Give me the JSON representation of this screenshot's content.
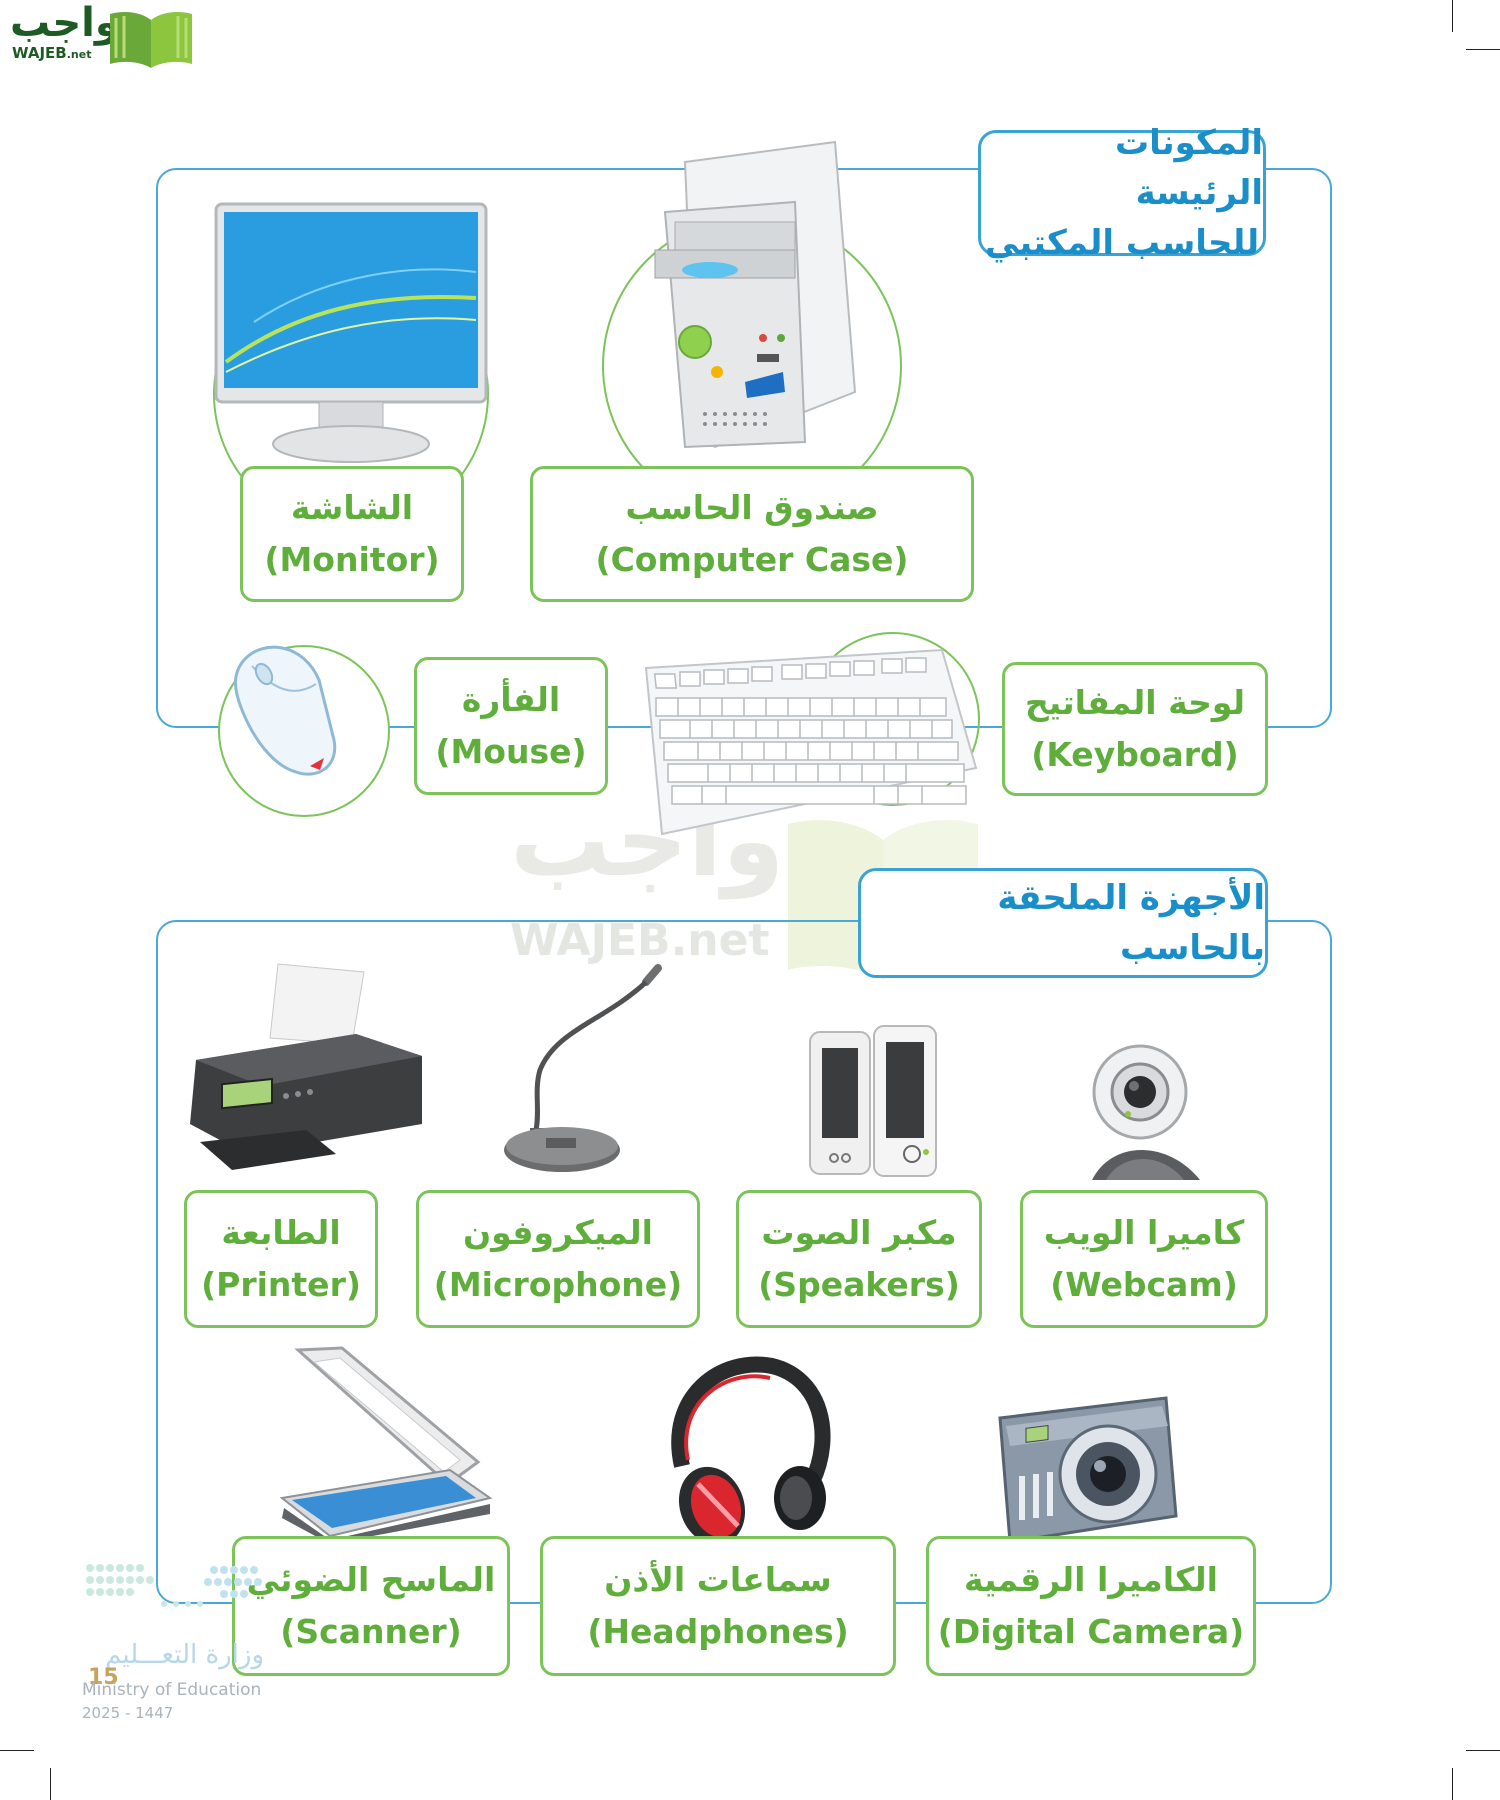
{
  "brand": {
    "logo_ar": "واجب",
    "logo_en": "WAJEB",
    "logo_net": ".net",
    "watermark_ar": "واجب",
    "watermark_en": "WAJEB.net"
  },
  "section_main": {
    "heading_line1": "المكونات الرئيسة",
    "heading_line2": "للحاسب المكتبي",
    "items": [
      {
        "ar": "الشاشة",
        "en": "(Monitor)",
        "icon": "monitor-icon"
      },
      {
        "ar": "صندوق الحاسب",
        "en": "(Computer Case)",
        "icon": "computer-case-icon"
      },
      {
        "ar": "الفأرة",
        "en": "(Mouse)",
        "icon": "mouse-icon"
      },
      {
        "ar": "لوحة المفاتيح",
        "en": "(Keyboard)",
        "icon": "keyboard-icon"
      }
    ]
  },
  "section_peripherals": {
    "heading": "الأجهزة الملحقة بالحاسب",
    "items": [
      {
        "ar": "الطابعة",
        "en": "(Printer)",
        "icon": "printer-icon"
      },
      {
        "ar": "الميكروفون",
        "en": "(Microphone)",
        "icon": "microphone-icon"
      },
      {
        "ar": "مكبر الصوت",
        "en": "(Speakers)",
        "icon": "speakers-icon"
      },
      {
        "ar": "كاميرا الويب",
        "en": "(Webcam)",
        "icon": "webcam-icon"
      },
      {
        "ar": "الماسح الضوئي",
        "en": "(Scanner)",
        "icon": "scanner-icon"
      },
      {
        "ar": "سماعات الأذن",
        "en": "(Headphones)",
        "icon": "headphones-icon"
      },
      {
        "ar": "الكاميرا الرقمية",
        "en": "(Digital Camera)",
        "icon": "digital-camera-icon"
      }
    ]
  },
  "footer": {
    "page_number": "15",
    "ministry_ar": "وزارة التعـــليم",
    "ministry_en": "Ministry of Education",
    "year": "2025 - 1447"
  },
  "colors": {
    "blue_frame": "#4aa8d8",
    "blue_heading": "#1a8ec9",
    "green_label": "#5fae3c",
    "green_border": "#7cc35a"
  }
}
